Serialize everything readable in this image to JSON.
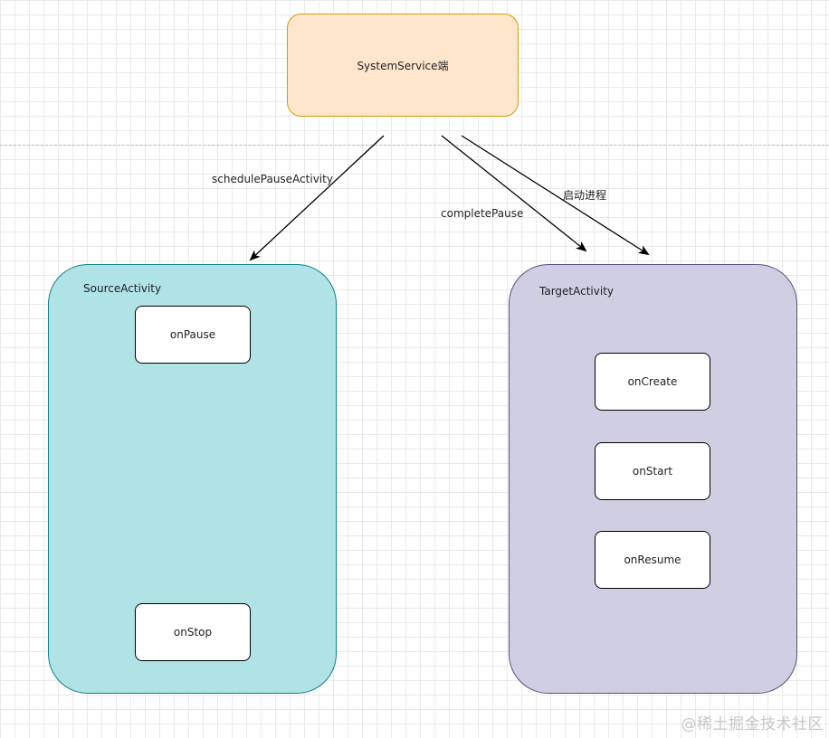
{
  "nodes": {
    "system_service": "SystemService端",
    "source_activity": "SourceActivity",
    "target_activity": "TargetActivity",
    "on_pause": "onPause",
    "on_stop": "onStop",
    "on_create": "onCreate",
    "on_start": "onStart",
    "on_resume": "onResume"
  },
  "edges": {
    "schedule_pause": "schedulePauseActivity",
    "complete_pause": "completePause",
    "start_process": "启动进程"
  },
  "colors": {
    "system_service_fill": "#ffe6cc",
    "system_service_stroke": "#d79b00",
    "source_fill": "#b0e3e6",
    "source_stroke": "#0e8088",
    "target_fill": "#d0cee2",
    "target_stroke": "#56517e"
  },
  "watermark": "@稀土掘金技术社区"
}
